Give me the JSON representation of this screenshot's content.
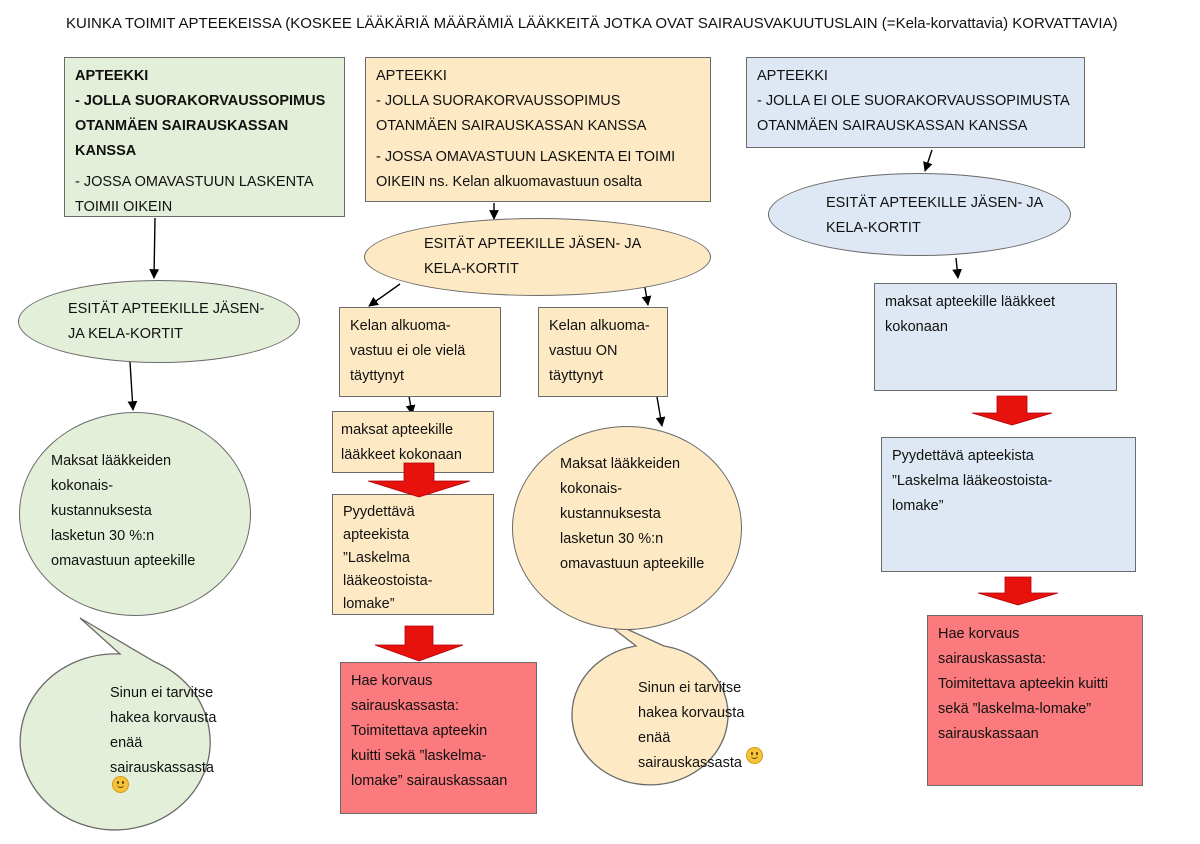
{
  "title": "KUINKA TOIMIT APTEEKEISSA (KOSKEE LÄÄKÄRIÄ MÄÄRÄMIÄ LÄÄKKEITÄ JOTKA OVAT SAIRAUSVAKUUTUSLAIN (=Kela-korvattavia) KORVATTAVIA)",
  "colors": {
    "green": "#e3efd9",
    "peach": "#fde9c3",
    "blue": "#dee8f4",
    "red": "#fb7a7e",
    "arrow_red": "#e8120d"
  },
  "col1": {
    "box_l1": "APTEEKKI",
    "box_l2": "- JOLLA SUORAKORVAUSSOPIMUS OTANMÄEN SAIRAUSKASSAN KANSSA",
    "box_l3": "- JOSSA OMAVASTUUN LASKENTA TOIMII OIKEIN",
    "ellipse": "ESITÄT APTEEKILLE JÄSEN-\nJA KELA-KORTIT",
    "circle": "Maksat lääkkeiden\nkokonais-\nkustannuksesta\nlasketun 30 %:n\nomavastuun apteekille",
    "bubble": "Sinun ei tarvitse\nhakea korvausta\nenää\nsairauskassasta",
    "bubble_emoji": "smiley-icon"
  },
  "col2": {
    "box_l1": "APTEEKKI",
    "box_l2": "- JOLLA SUORAKORVAUSSOPIMUS OTANMÄEN SAIRAUSKASSAN KANSSA",
    "box_l3": "- JOSSA OMAVASTUUN LASKENTA EI TOIMI OIKEIN ns. Kelan alkuomavastuun osalta",
    "ellipse": "ESITÄT APTEEKILLE JÄSEN- JA\nKELA-KORTIT",
    "not_filled": "Kelan alkuoma-\nvastuu ei ole  vielä\ntäyttynyt",
    "filled": "Kelan alkuoma-\nvastuu ON\ntäyttynyt",
    "pay_full": "maksat apteekille\nlääkkeet kokonaan",
    "request": "Pyydettävä\napteekista\n”Laskelma\nlääkeostoista-\nlomake”",
    "claim": "Hae korvaus\nsairauskassasta:\nToimitettava apteekin\nkuitti sekä ”laskelma-\nlomake” sairauskassaan",
    "circle": "Maksat lääkkeiden\nkokonais-\nkustannuksesta\nlasketun 30 %:n\nomavastuun apteekille",
    "bubble": "Sinun ei tarvitse\nhakea korvausta\nenää\nsairauskassasta",
    "bubble_emoji": "smiley-icon"
  },
  "col3": {
    "box_l1": "APTEEKKI",
    "box_l2": "- JOLLA EI OLE SUORAKORVAUSSOPIMUSTA OTANMÄEN SAIRAUSKASSAN KANSSA",
    "ellipse": "ESITÄT APTEEKILLE JÄSEN- JA\nKELA-KORTIT",
    "pay_full": "maksat apteekille lääkkeet\nkokonaan",
    "request": "Pyydettävä apteekista\n”Laskelma lääkeostoista-\nlomake”",
    "claim": "Hae korvaus\nsairauskassasta:\nToimitettava apteekin kuitti\nsekä ”laskelma-lomake”\nsairauskassaan"
  }
}
